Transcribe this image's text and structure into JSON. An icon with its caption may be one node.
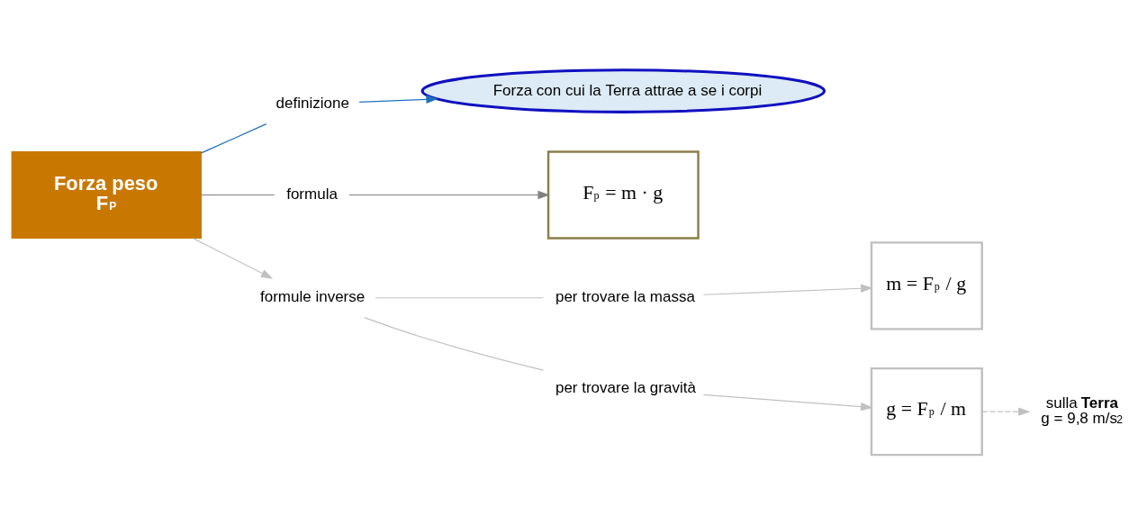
{
  "diagram": {
    "nodes": [
      {
        "text": [
          "Forza con cui la Terra attrae a se i corpi"
        ]
      },
      {
        "text": [
          "definizione"
        ]
      },
      {
        "text": [
          "Forza peso",
          "F$_{P}$"
        ]
      },
      {
        "text": [
          "formula"
        ]
      },
      {
        "text": [
          "F$_{p}$ = m · g"
        ]
      },
      {
        "text": [
          "formule inverse"
        ]
      },
      {
        "text": [
          "per trovare la massa"
        ]
      },
      {
        "text": [
          "per trovare la gravità"
        ]
      },
      {
        "text": [
          "m = F$_{p}$ / g"
        ]
      },
      {
        "text": [
          "g = F$_{p}$ / m"
        ]
      },
      {
        "text": [
          "sulla **Terra**",
          "g = 9,8 m/s$^{2}$"
        ]
      }
    ],
    "edges": [
      {
        "from": 2,
        "to": 1,
        "arrow": "none",
        "color": "#1f6fbf"
      },
      {
        "from": 1,
        "to": 0,
        "arrow": "to",
        "color": "#1f6fbf"
      },
      {
        "from": 2,
        "to": 3,
        "arrow": "none",
        "color": "#808080"
      },
      {
        "from": 3,
        "to": 4,
        "arrow": "to",
        "color": "#808080"
      },
      {
        "from": 2,
        "to": 5,
        "arrow": "to"
      },
      {
        "from": 5,
        "to": 6,
        "arrow": "none"
      },
      {
        "from": 6,
        "to": 8,
        "arrow": "to"
      },
      {
        "from": 5,
        "to": 7,
        "arrow": "none"
      },
      {
        "from": 7,
        "to": 9,
        "arrow": "to"
      },
      {
        "from": 9,
        "to": 10,
        "arrow": "to",
        "style": "dashed"
      }
    ]
  }
}
